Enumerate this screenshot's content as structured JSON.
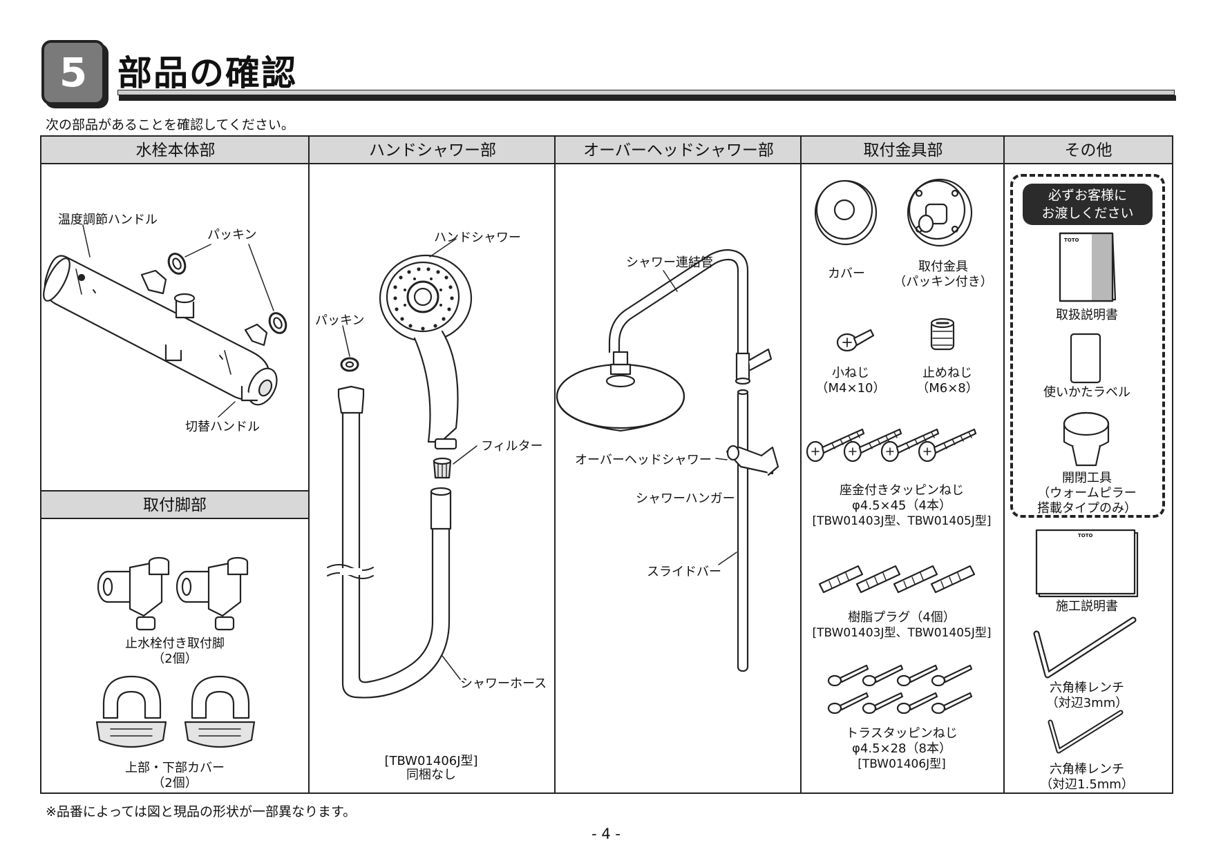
{
  "header": {
    "section_number": "5",
    "title": "部品の確認"
  },
  "intro": "次の部品があることを確認してください。",
  "columns": {
    "faucet_body": "水栓本体部",
    "hand_shower": "ハンドシャワー部",
    "overhead_shower": "オーバーヘッドシャワー部",
    "mounting_hardware": "取付金具部",
    "other": "その他",
    "mounting_legs": "取付脚部"
  },
  "faucet_body": {
    "temp_handle": "温度調節ハンドル",
    "packing": "パッキン",
    "switch_handle": "切替ハンドル"
  },
  "mounting_legs": {
    "leg_name": "止水栓付き取付脚",
    "leg_qty": "（2個）",
    "cover_name": "上部・下部カバー",
    "cover_qty": "（2個）"
  },
  "hand_shower": {
    "hand_shower": "ハンドシャワー",
    "packing": "パッキン",
    "filter": "フィルター",
    "hose": "シャワーホース",
    "note_model": "[TBW01406J型]",
    "note_text": "同梱なし"
  },
  "overhead_shower": {
    "pipe": "シャワー連結管",
    "overhead": "オーバーヘッドシャワー",
    "hanger": "シャワーハンガー",
    "slide_bar": "スライドバー"
  },
  "mounting_hardware": {
    "cover": "カバー",
    "bracket": "取付金具",
    "bracket_note": "（パッキン付き）",
    "small_screw": "小ねじ",
    "small_screw_size": "（M4×10）",
    "set_screw": "止めねじ",
    "set_screw_size": "（M6×8）",
    "washer_screw": "座金付きタッピンねじ",
    "washer_screw_size": "φ4.5×45（4本）",
    "washer_screw_models": "[TBW01403J型、TBW01405J型]",
    "plug": "樹脂プラグ（4個）",
    "plug_models": "[TBW01403J型、TBW01405J型]",
    "truss_screw": "トラスタッピンねじ",
    "truss_screw_size": "φ4.5×28（8本）",
    "truss_screw_models": "[TBW01406J型]"
  },
  "other": {
    "handover_line1": "必ずお客様に",
    "handover_line2": "お渡しください",
    "manual": "取扱説明書",
    "label": "使いかたラベル",
    "tool": "開閉工具",
    "tool_note1": "（ウォームピラー",
    "tool_note2": "搭載タイプのみ）",
    "install_manual": "施工説明書",
    "wrench3": "六角棒レンチ",
    "wrench3_size": "（対辺3mm）",
    "wrench15": "六角棒レンチ",
    "wrench15_size": "（対辺1.5mm）",
    "brand_mark": "TOTO"
  },
  "note": "※品番によっては図と現品の形状が一部異なります。",
  "page_number": "- 4 -"
}
